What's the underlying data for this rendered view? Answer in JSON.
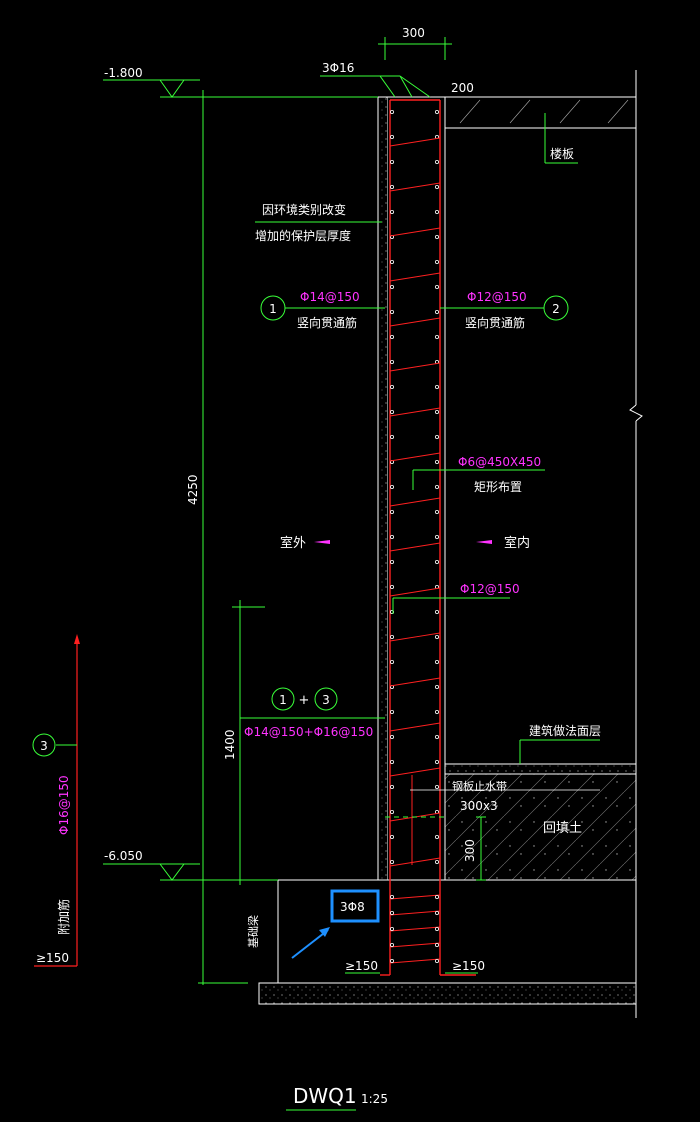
{
  "elevations": {
    "top": "-1.800",
    "bottom": "-6.050"
  },
  "dimensions": {
    "wall_thickness": "300",
    "slab_offset": "200",
    "total_height": "4250",
    "lower_height": "1400",
    "waterstop_height": "300",
    "anchor_left": "≥150",
    "anchor_right": "≥150",
    "anchor_extra": "≥150"
  },
  "labels": {
    "top_bars": "3Φ16",
    "floor_slab": "楼板",
    "cover_note_1": "因环境类别改变",
    "cover_note_2": "增加的保护层厚度",
    "bar1_spec": "Φ14@150",
    "bar1_desc": "竖向贯通筋",
    "bar1_mark": "1",
    "bar2_spec": "Φ12@150",
    "bar2_desc": "竖向贯通筋",
    "bar2_mark": "2",
    "tie_spec": "Φ6@450X450",
    "tie_desc": "矩形布置",
    "outside": "室外",
    "inside": "室内",
    "horiz_spec": "Φ12@150",
    "combo_mark_a": "1",
    "combo_plus": "+",
    "combo_mark_b": "3",
    "combo_spec": "Φ14@150+Φ16@150",
    "floor_finish": "建筑做法面层",
    "waterstop": "钢板止水带",
    "waterstop_size": "300x3",
    "backfill": "回填土",
    "base_bars": "3Φ8",
    "foundation": "基础梁",
    "extra_mark": "3",
    "extra_spec": "Φ16@150",
    "extra_desc": "附加筋",
    "title": "DWQ1",
    "scale": "1:25"
  },
  "colors": {
    "dimension_line": "#39ff39",
    "rebar": "#ff2020",
    "label_text": "#ffffff",
    "spec_text": "#ff33ff",
    "highlight": "#1e90ff"
  }
}
